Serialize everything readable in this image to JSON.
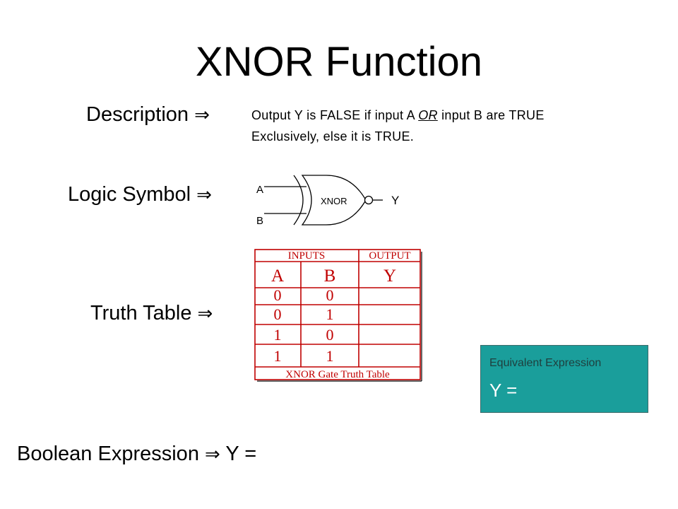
{
  "title": "XNOR Function",
  "arrow_symbol": "⇒",
  "rows": {
    "description": {
      "label": "Description",
      "text_line1_pre": "Output Y is FALSE if input A ",
      "text_line1_em": "OR",
      "text_line1_post": " input B are TRUE",
      "text_line2": "Exclusively, else it is TRUE."
    },
    "logic_symbol": {
      "label": "Logic Symbol",
      "input_a": "A",
      "input_b": "B",
      "gate_name": "XNOR",
      "output": "Y"
    },
    "truth_table": {
      "label": "Truth Table",
      "inputs_header": "INPUTS",
      "output_header": "OUTPUT",
      "columns": [
        "A",
        "B",
        "Y"
      ],
      "rows": [
        [
          "0",
          "0",
          ""
        ],
        [
          "0",
          "1",
          ""
        ],
        [
          "1",
          "0",
          ""
        ],
        [
          "1",
          "1",
          ""
        ]
      ],
      "caption": "XNOR Gate Truth Table",
      "color": "#c00000"
    },
    "boolean_expression": {
      "label": "Boolean Expression",
      "value": "Y ="
    }
  },
  "equivalent_expression": {
    "caption": "Equivalent Expression",
    "value": "Y =",
    "background": "#1a9e9b"
  }
}
